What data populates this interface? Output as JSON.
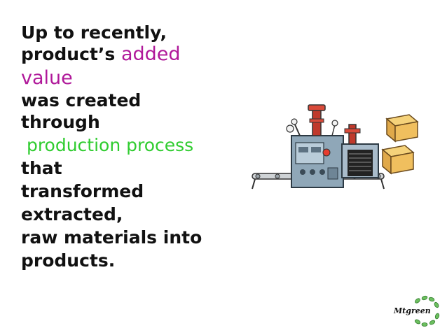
{
  "slide": {
    "lines": {
      "l1": "Up to recently,",
      "l2_prefix": "product’s ",
      "l2_accent": "added",
      "l3_accent": "value",
      "l4": "was created",
      "l5": "through",
      "l6_accent": " production process",
      "l7": "that",
      "l8": "transformed",
      "l9": "extracted,",
      "l10": "raw materials into",
      "l11": "products."
    },
    "colors": {
      "accent_magenta": "#b0199a",
      "accent_green": "#2fcc2f",
      "text": "#111111"
    }
  },
  "illustration": {
    "icon": "factory-machine-with-conveyor-and-boxes"
  },
  "logo": {
    "text": "Mtgreen",
    "icon": "leaf-circle-logo"
  }
}
